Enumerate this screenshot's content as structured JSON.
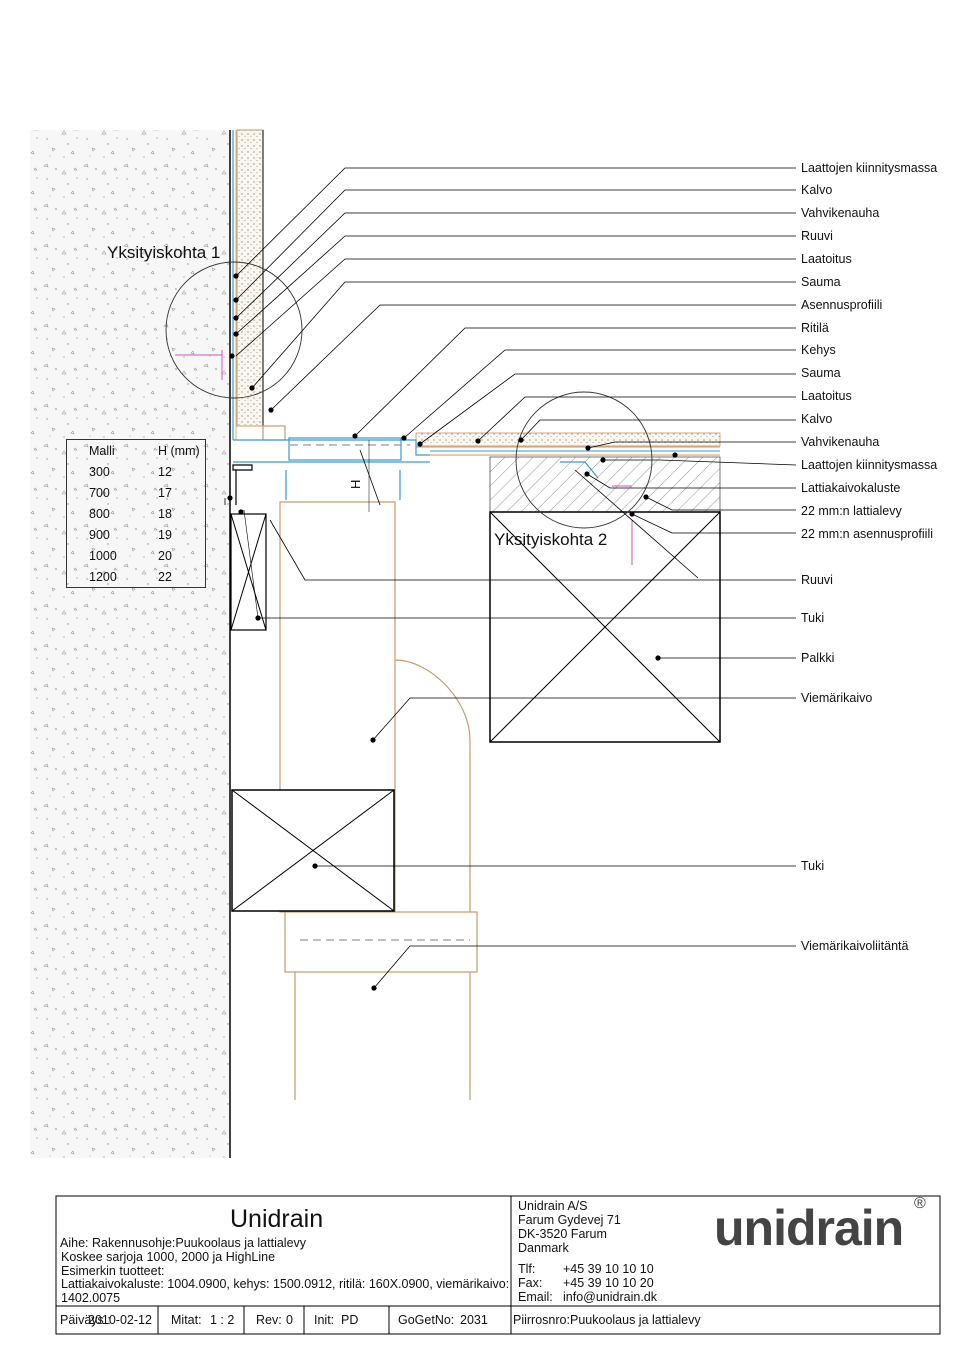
{
  "detail_1_label": "Yksityiskohta 1",
  "detail_2_label": "Yksityiskohta 2",
  "dimension_letter": "H",
  "right_labels": [
    "Laattojen kiinnitysmassa",
    "Kalvo",
    "Vahvikenauha",
    "Ruuvi",
    "Laatoitus",
    "Sauma",
    "Asennusprofiili",
    "Ritilä",
    "Kehys",
    "Sauma",
    "Laatoitus",
    "Kalvo",
    "Vahvikenauha",
    "Laattojen kiinnitysmassa",
    "Lattiakaivokaluste",
    "22 mm:n lattialevy",
    "22 mm:n asennusprofiili",
    "Ruuvi",
    "Tuki",
    "Palkki",
    "Viemärikaivo",
    "Tuki",
    "Viemärikaivoliitäntä"
  ],
  "h_table": {
    "headers": [
      "Malli",
      "H (mm)"
    ],
    "rows": [
      [
        "300",
        "12"
      ],
      [
        "700",
        "17"
      ],
      [
        "800",
        "18"
      ],
      [
        "900",
        "19"
      ],
      [
        "1000",
        "20"
      ],
      [
        "1200",
        "22"
      ]
    ]
  },
  "title_block": {
    "company_title": "Unidrain",
    "aihe_label": "Aihe:",
    "aihe_value": "Rakennusohje:Puukoolaus ja lattialevy",
    "line_2": "Koskee sarjoja 1000, 2000 ja HighLine",
    "line_3": "Esimerkin tuotteet:",
    "line_4": "Lattiakaivokaluste: 1004.0900, kehys: 1500.0912, ritilä: 160X.0900, viemärikaivo:",
    "line_5": "1402.0075",
    "address": {
      "company": "Unidrain A/S",
      "street": "Farum Gydevej 71",
      "city": "DK-3520 Farum",
      "country": "Danmark",
      "tlf_label": "Tlf:",
      "tlf_value": "+45 39 10 10 10",
      "fax_label": "Fax:",
      "fax_value": "+45 39 10 10 20",
      "email_label": "Email:",
      "email_value": "info@unidrain.dk"
    },
    "logo_text": "unidrain",
    "logo_mark": "®",
    "footer": {
      "date_label": "Päiväys :",
      "date_value": "2010-02-12",
      "scale_label": "Mitat:",
      "scale_value": "1 : 2",
      "rev_label": "Rev:",
      "rev_value": "0",
      "init_label": "Init:",
      "init_value": "PD",
      "gogetno_label": "GoGetNo:",
      "gogetno_value": "2031",
      "piirrosnro_label": "Piirrosnro:",
      "piirrosnro_value": "Puukoolaus ja lattialevy"
    }
  }
}
